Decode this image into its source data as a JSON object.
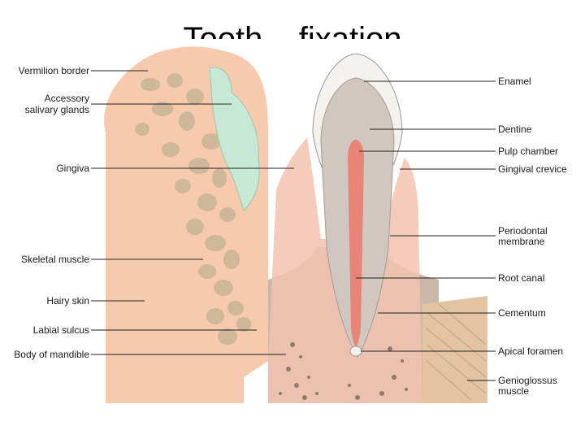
{
  "slide": {
    "title": "Tooth – fixation"
  },
  "labels_left": [
    {
      "id": "vermilion-border",
      "lines": [
        "Vermilion border"
      ]
    },
    {
      "id": "accessory-salivary-glands",
      "lines": [
        "Accessory",
        "salivary glands"
      ]
    },
    {
      "id": "gingiva",
      "lines": [
        "Gingiva"
      ]
    },
    {
      "id": "skeletal-muscle",
      "lines": [
        "Skeletal muscle"
      ]
    },
    {
      "id": "hairy-skin",
      "lines": [
        "Hairy skin"
      ]
    },
    {
      "id": "labial-sulcus",
      "lines": [
        "Labial sulcus"
      ]
    },
    {
      "id": "body-of-mandible",
      "lines": [
        "Body of mandible"
      ]
    }
  ],
  "labels_right": [
    {
      "id": "enamel",
      "lines": [
        "Enamel"
      ]
    },
    {
      "id": "dentine",
      "lines": [
        "Dentine"
      ]
    },
    {
      "id": "pulp-chamber",
      "lines": [
        "Pulp chamber"
      ]
    },
    {
      "id": "gingival-crevice",
      "lines": [
        "Gingival crevice"
      ]
    },
    {
      "id": "periodontal-membrane",
      "lines": [
        "Periodontal",
        "membrane"
      ]
    },
    {
      "id": "root-canal",
      "lines": [
        "Root canal"
      ]
    },
    {
      "id": "cementum",
      "lines": [
        "Cementum"
      ]
    },
    {
      "id": "apical-foramen",
      "lines": [
        "Apical foramen"
      ]
    },
    {
      "id": "genioglossus-muscle",
      "lines": [
        "Genioglossus",
        "muscle"
      ]
    }
  ],
  "colors": {
    "lip": "#f7c9ad",
    "bone": "#cfb79a",
    "gland": "#c8e8d6",
    "enamel": "#f4f2ee",
    "dentine": "#cfc7c0",
    "pulp": "#e88577",
    "jaw": "#cbb8aa",
    "muscle": "#e3c4a2"
  }
}
